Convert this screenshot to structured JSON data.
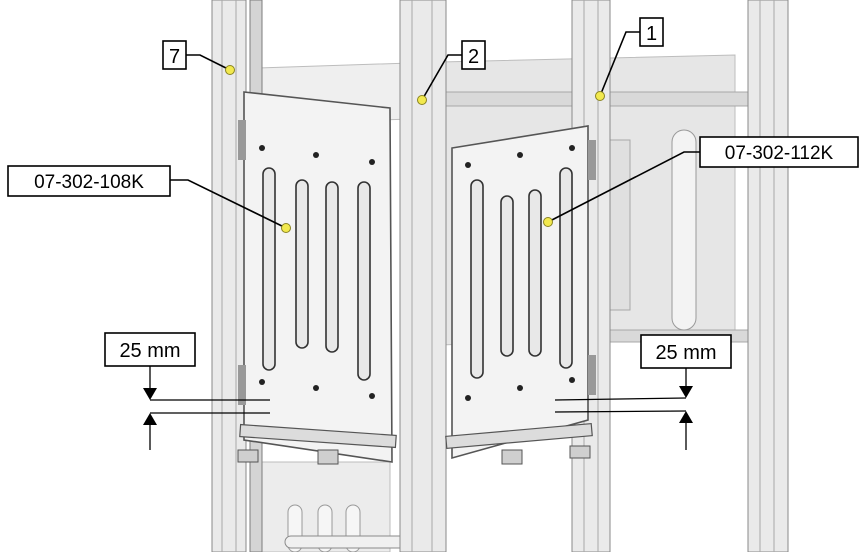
{
  "callouts": {
    "frame_7": "7",
    "frame_2": "2",
    "frame_1": "1",
    "panel_left": "07-302-108K",
    "panel_right": "07-302-112K",
    "gap_left": "25 mm",
    "gap_right": "25 mm"
  },
  "colors": {
    "marker": "#f2e94e",
    "line": "#000000",
    "frame": "#eaeaea",
    "panel": "#f3f3f3"
  }
}
